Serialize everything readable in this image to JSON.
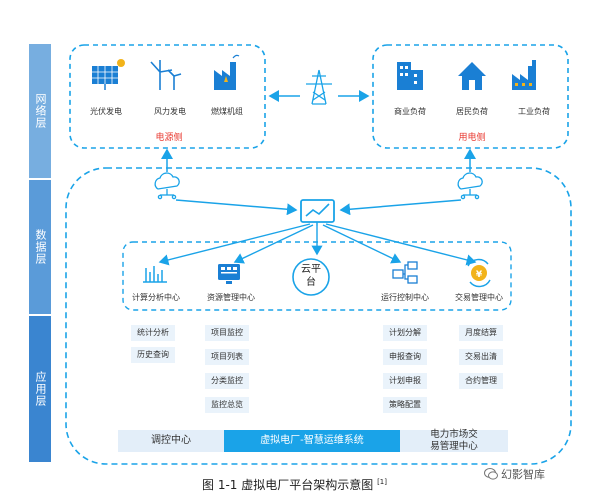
{
  "layers": {
    "network": "网络层",
    "data": "数据层",
    "application": "应用层"
  },
  "supply_side": {
    "title": "电源侧",
    "sources": [
      "光伏发电",
      "风力发电",
      "燃煤机组"
    ]
  },
  "demand_side": {
    "title": "用电侧",
    "loads": [
      "商业负荷",
      "居民负荷",
      "工业负荷"
    ]
  },
  "data_centers": {
    "cloud": "云平台",
    "items": [
      "计算分析中心",
      "资源管理中心",
      "运行控制中心",
      "交易管理中心"
    ]
  },
  "apps": {
    "col1": [
      "统计分析",
      "历史查询"
    ],
    "col2": [
      "项目监控",
      "项目列表",
      "分类监控",
      "监控总览"
    ],
    "col3": [
      "计划分解",
      "申报查询",
      "计划申报",
      "策略配置"
    ],
    "col4": [
      "月度结算",
      "交易出清",
      "合约管理"
    ]
  },
  "bottom": {
    "left": "调控中心",
    "center": "虚拟电厂-智慧运维系统",
    "right_line1": "电力市场交",
    "right_line2": "易管理中心"
  },
  "caption": "图 1-1 虚拟电厂平台架构示意图",
  "caption_ref": "[1]",
  "watermark": "幻影智库",
  "colors": {
    "accent": "#1aa3e8",
    "tab_top": "#6fa9dd",
    "tab_bottom": "#3b86cf",
    "red": "#e8382f"
  }
}
